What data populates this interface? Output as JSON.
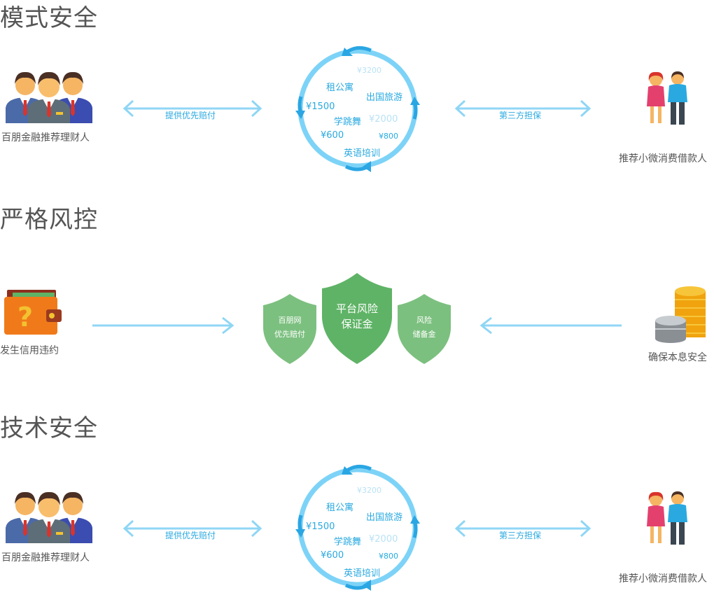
{
  "sections": {
    "mode": {
      "title": "模式安全",
      "left_caption": "百朋金融推荐理财人",
      "left_arrow_label": "提供优先赔付",
      "right_arrow_label": "第三方担保",
      "right_caption": "推荐小微消费借款人",
      "cycle": {
        "rent": "租公寓",
        "travel": "出国旅游",
        "dance": "学跳舞",
        "english": "英语培训",
        "v3200": "¥3200",
        "v1500": "¥1500",
        "v2000": "¥2000",
        "v600": "¥600",
        "v800": "¥800"
      }
    },
    "risk": {
      "title": "严格风控",
      "left_caption": "发生信用违约",
      "right_caption": "确保本息安全",
      "shield_left_line1": "百朋网",
      "shield_left_line2": "优先赔付",
      "shield_center_line1": "平台风险",
      "shield_center_line2": "保证金",
      "shield_right_line1": "风险",
      "shield_right_line2": "储备金"
    },
    "tech": {
      "title": "技术安全",
      "left_caption": "百朋金融推荐理财人",
      "left_arrow_label": "提供优先赔付",
      "right_arrow_label": "第三方担保",
      "right_caption": "推荐小微消费借款人",
      "cycle": {
        "rent": "租公寓",
        "travel": "出国旅游",
        "dance": "学跳舞",
        "english": "英语培训",
        "v3200": "¥3200",
        "v1500": "¥1500",
        "v2000": "¥2000",
        "v600": "¥600",
        "v800": "¥800"
      }
    }
  },
  "colors": {
    "arrow": "#8fd6f5",
    "ring": "#7dd3f7",
    "ring_arrow": "#2aa6e3",
    "shield_dark": "#5fb366",
    "shield_light": "#7cc07f"
  },
  "icons": [
    "business-people-icon",
    "couple-icon",
    "wallet-question-icon",
    "coins-stack-icon",
    "cycle-arrows-icon",
    "shield-icon"
  ]
}
